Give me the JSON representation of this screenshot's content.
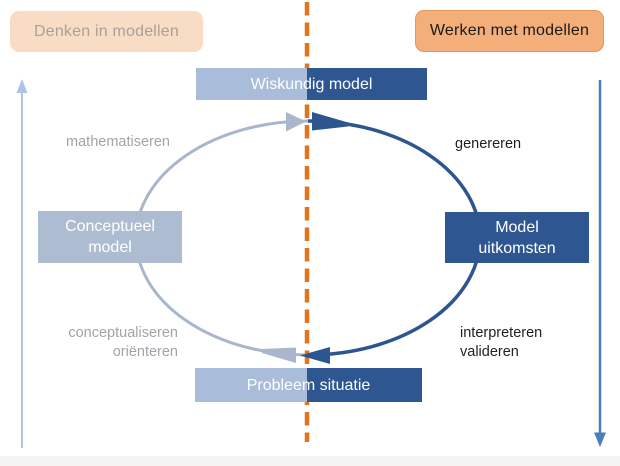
{
  "colors": {
    "light_blue_box": "#a9bdda",
    "dark_blue_box": "#2e5691",
    "light_arc": "#a9b6cc",
    "dark_arc": "#2d5590",
    "peach_badge": "#f8dcc3",
    "peach_badge_text": "#a8a19a",
    "orange_badge": "#f3ae79",
    "orange_badge_border": "#dd9a5f",
    "dash_orange": "#e2741c",
    "gray_label": "#a0a4aa",
    "black_label": "#1f1f1f",
    "left_axis_arrow": "#aec3e6",
    "right_axis_arrow": "#4a7ebb",
    "box_text": "#ffffff"
  },
  "badges": {
    "left": "Denken in modellen",
    "right": "Werken met modellen"
  },
  "nodes": {
    "top": "Wiskundig model",
    "left": {
      "line1": "Conceptueel",
      "line2": "model"
    },
    "right": {
      "line1": "Model",
      "line2": "uitkomsten"
    },
    "bottom": "Probleem situatie"
  },
  "process_labels": {
    "left_top": "mathematiseren",
    "right_top": "genereren",
    "left_bottom_line1": "conceptualiseren",
    "left_bottom_line2": "oriënteren",
    "right_bottom_line1": "interpreteren",
    "right_bottom_line2": "valideren"
  }
}
